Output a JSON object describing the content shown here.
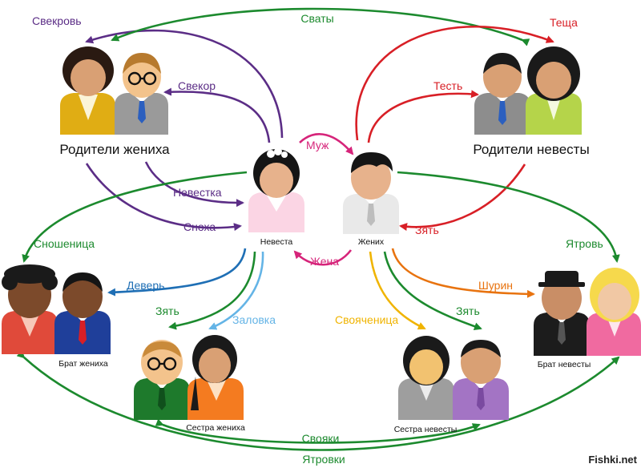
{
  "groups": {
    "groom_parents": "Родители жениха",
    "bride_parents": "Родители невесты",
    "bride": "Невеста",
    "groom": "Жених",
    "groom_brother": "Брат жениха",
    "groom_sister": "Сестра жениха",
    "bride_sister": "Сестра невесты",
    "bride_brother": "Брат невесты"
  },
  "relations": {
    "svekrov": "Свекровь",
    "svaty": "Сваты",
    "tescha": "Теща",
    "svekor": "Свекор",
    "test": "Тесть",
    "muzh": "Муж",
    "nevestka": "Невестка",
    "snokha": "Сноха",
    "zyat_parents": "Зять",
    "snoshenitsa": "Сношеница",
    "yatrov": "Ятровь",
    "zhena": "Жена",
    "dever": "Деверь",
    "shurin": "Шурин",
    "zyat_groom_sister": "Зять",
    "zalovka": "Заловка",
    "svoyachenitsa": "Свояченица",
    "zyat_bride_sister": "Зять",
    "svoyaki": "Свояки",
    "yatrovki": "Ятровки"
  },
  "watermark": "Fishki.net",
  "colors": {
    "purple": "#5b2d86",
    "green": "#1c8a2e",
    "red": "#d81f26",
    "pink": "#d6247a",
    "blue": "#1f6fb5",
    "light_blue": "#64b4e6",
    "yellow": "#f0b400",
    "orange": "#e8730f"
  },
  "icons": [
    "groom-mother-icon",
    "groom-father-icon",
    "bride-father-icon",
    "bride-mother-icon",
    "bride-icon",
    "groom-icon",
    "groom-sister-husband-icon",
    "groom-brother-icon",
    "groom-brother-husband-icon",
    "groom-sister-icon",
    "bride-sister-icon",
    "bride-sister-husband-icon",
    "bride-brother-icon",
    "bride-brother-wife-icon"
  ]
}
